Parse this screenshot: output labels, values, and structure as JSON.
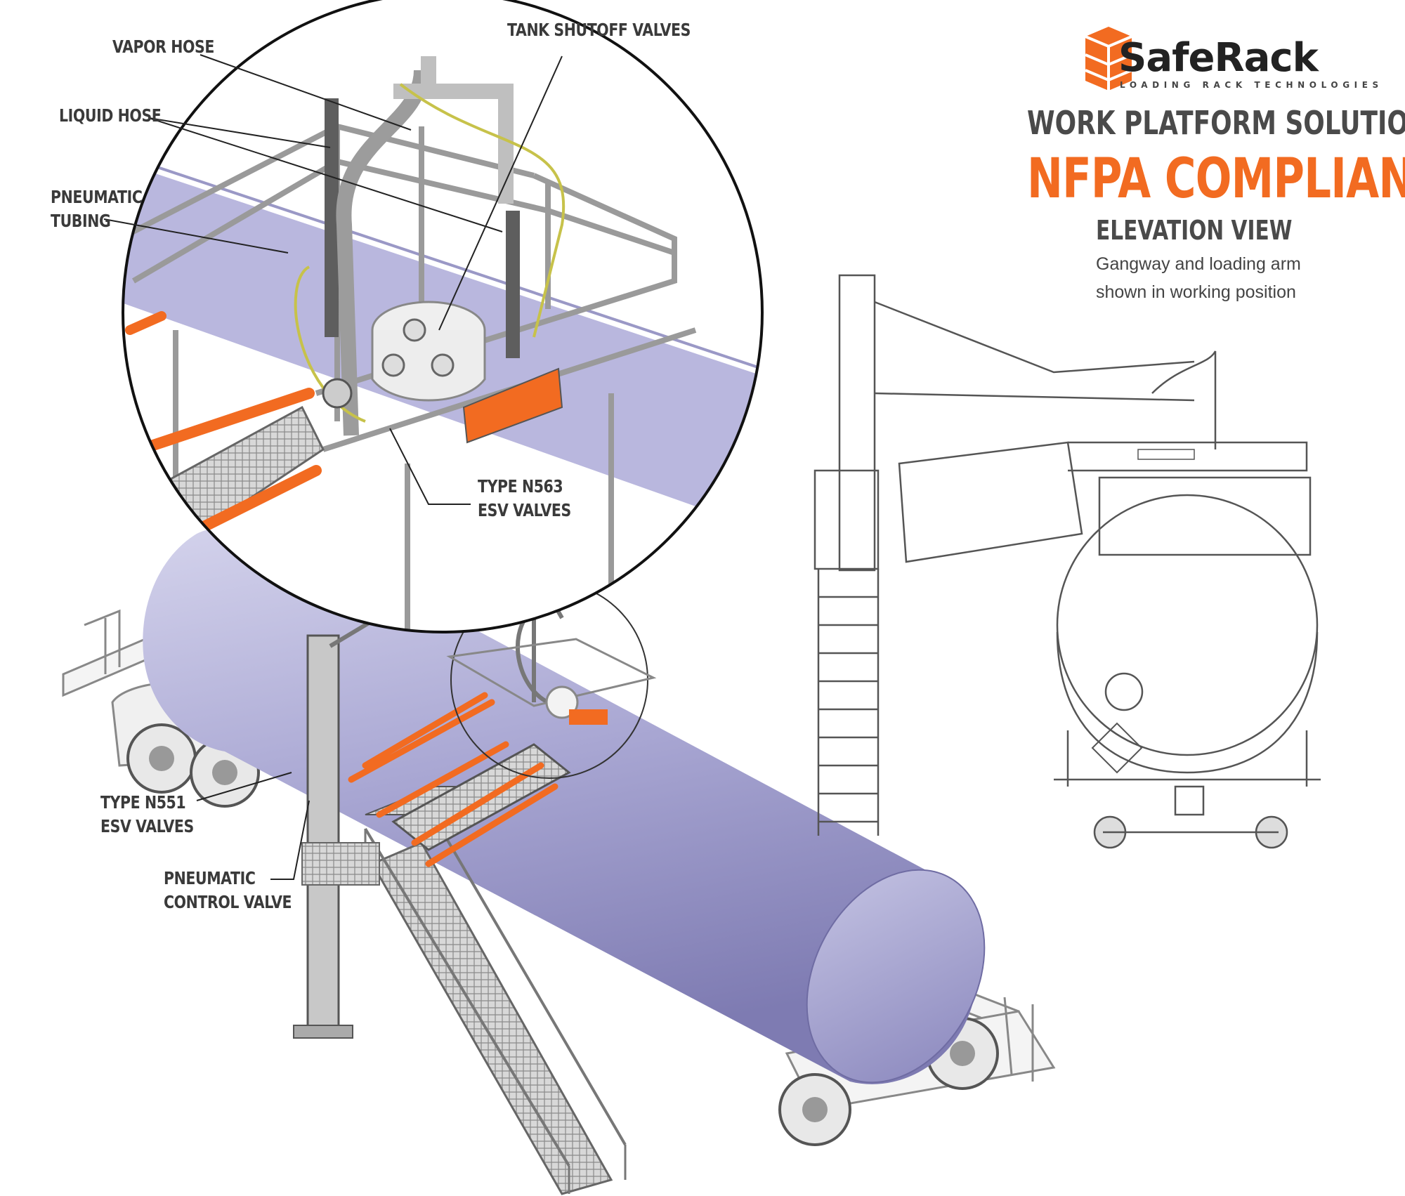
{
  "brand": {
    "name": "SafeRack",
    "tagline": "LOADING RACK TECHNOLOGIES",
    "logo_color": "#f26b21"
  },
  "headings": {
    "line1": "WORK PLATFORM SOLUTIONS",
    "line2": "NFPA COMPLIANT",
    "line3": "ELEVATION VIEW"
  },
  "description": {
    "line1": "Gangway and loading arm",
    "line2": "shown in working position"
  },
  "callouts": {
    "vapor_hose": "VAPOR HOSE",
    "liquid_hose": "LIQUID HOSE",
    "pneumatic_tubing": [
      "PNEUMATIC",
      "TUBING"
    ],
    "tank_shutoff_valves": "TANK SHUTOFF VALVES",
    "type_n563": [
      "TYPE N563",
      "ESV VALVES"
    ],
    "type_n551": [
      "TYPE N551",
      "ESV VALVES"
    ],
    "pneumatic_control_valve": [
      "PNEUMATIC",
      "CONTROL VALVE"
    ]
  },
  "colors": {
    "accent": "#f26b21",
    "tank": "#a7a5d2",
    "outline": "#3a3a3a",
    "text": "#3a3a3a"
  }
}
